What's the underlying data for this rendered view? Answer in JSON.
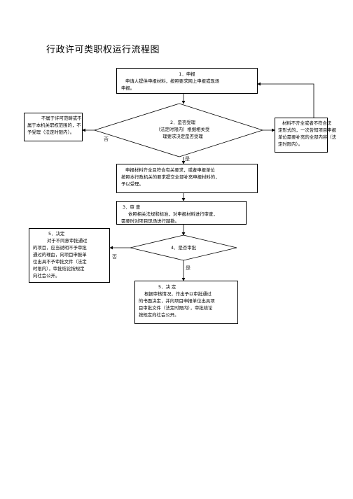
{
  "title": "行政许可类职权运行流程图",
  "nodes": {
    "apply": {
      "lines": [
        "1．申报",
        "申请人提供申报材料，按照要求网上申报或现场",
        "申报。"
      ]
    },
    "decision_accept": {
      "lines": [
        "2．是否受理",
        "（法定时限内）根据相关受",
        "理要求决定是否受理"
      ]
    },
    "reject_scope": {
      "lines": [
        "不属于许可范畴或不",
        "属于本机关职权范围的，不",
        "予受理（法定时限内）。"
      ]
    },
    "supplement": {
      "lines": [
        "材料不齐全或者不符合法",
        "定形式的，一次告知项目申报",
        "单位需要补充的全部内容（法",
        "定时限内）。"
      ]
    },
    "accepted": {
      "lines": [
        "申报材料齐全且符合有关要求，或者申报单位",
        "按照本行政机关的要求提交全部补充申报材料的，",
        "予以受理。"
      ]
    },
    "review": {
      "lines": [
        "3．审  查",
        "依照相关法规和标准，对申报材料进行审查，",
        "需要时对项目现场进行踏勘。"
      ]
    },
    "decision_approve": {
      "lines": [
        "4．是否审批"
      ]
    },
    "decide_reject": {
      "lines": [
        "5．决定",
        "对于不同意审批通过",
        "的项目，应当说明不予审批",
        "通过的理由，向项目申报单",
        "位出具不予审批文件（法定",
        "时限内），审批结论按规定",
        "向社会公开。"
      ]
    },
    "decide_approve": {
      "lines": [
        "5．决  定",
        "根据审核情况，作出予以审批通过",
        "的书面决定，并向项目申报单位出具项",
        "目审批文件（法定时限内），审批结论",
        "按规定向社会公开。"
      ]
    }
  },
  "edge_labels": {
    "no_1": "否",
    "yes_1": "是",
    "no_2": "否",
    "yes_2": "是"
  }
}
